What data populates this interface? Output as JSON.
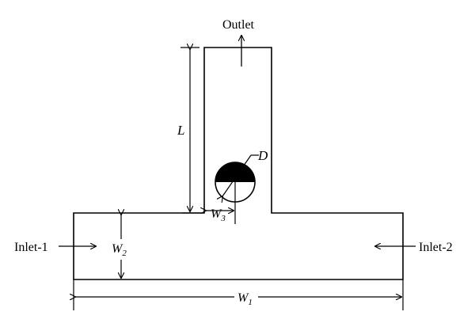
{
  "labels": {
    "outlet": "Outlet",
    "inlet_1": "Inlet-1",
    "inlet_2": "Inlet-2",
    "length": "L",
    "diameter": "D",
    "w1": "W",
    "w1_sub": "1",
    "w2": "W",
    "w2_sub": "2",
    "w3": "W",
    "w3_sub": "3"
  }
}
